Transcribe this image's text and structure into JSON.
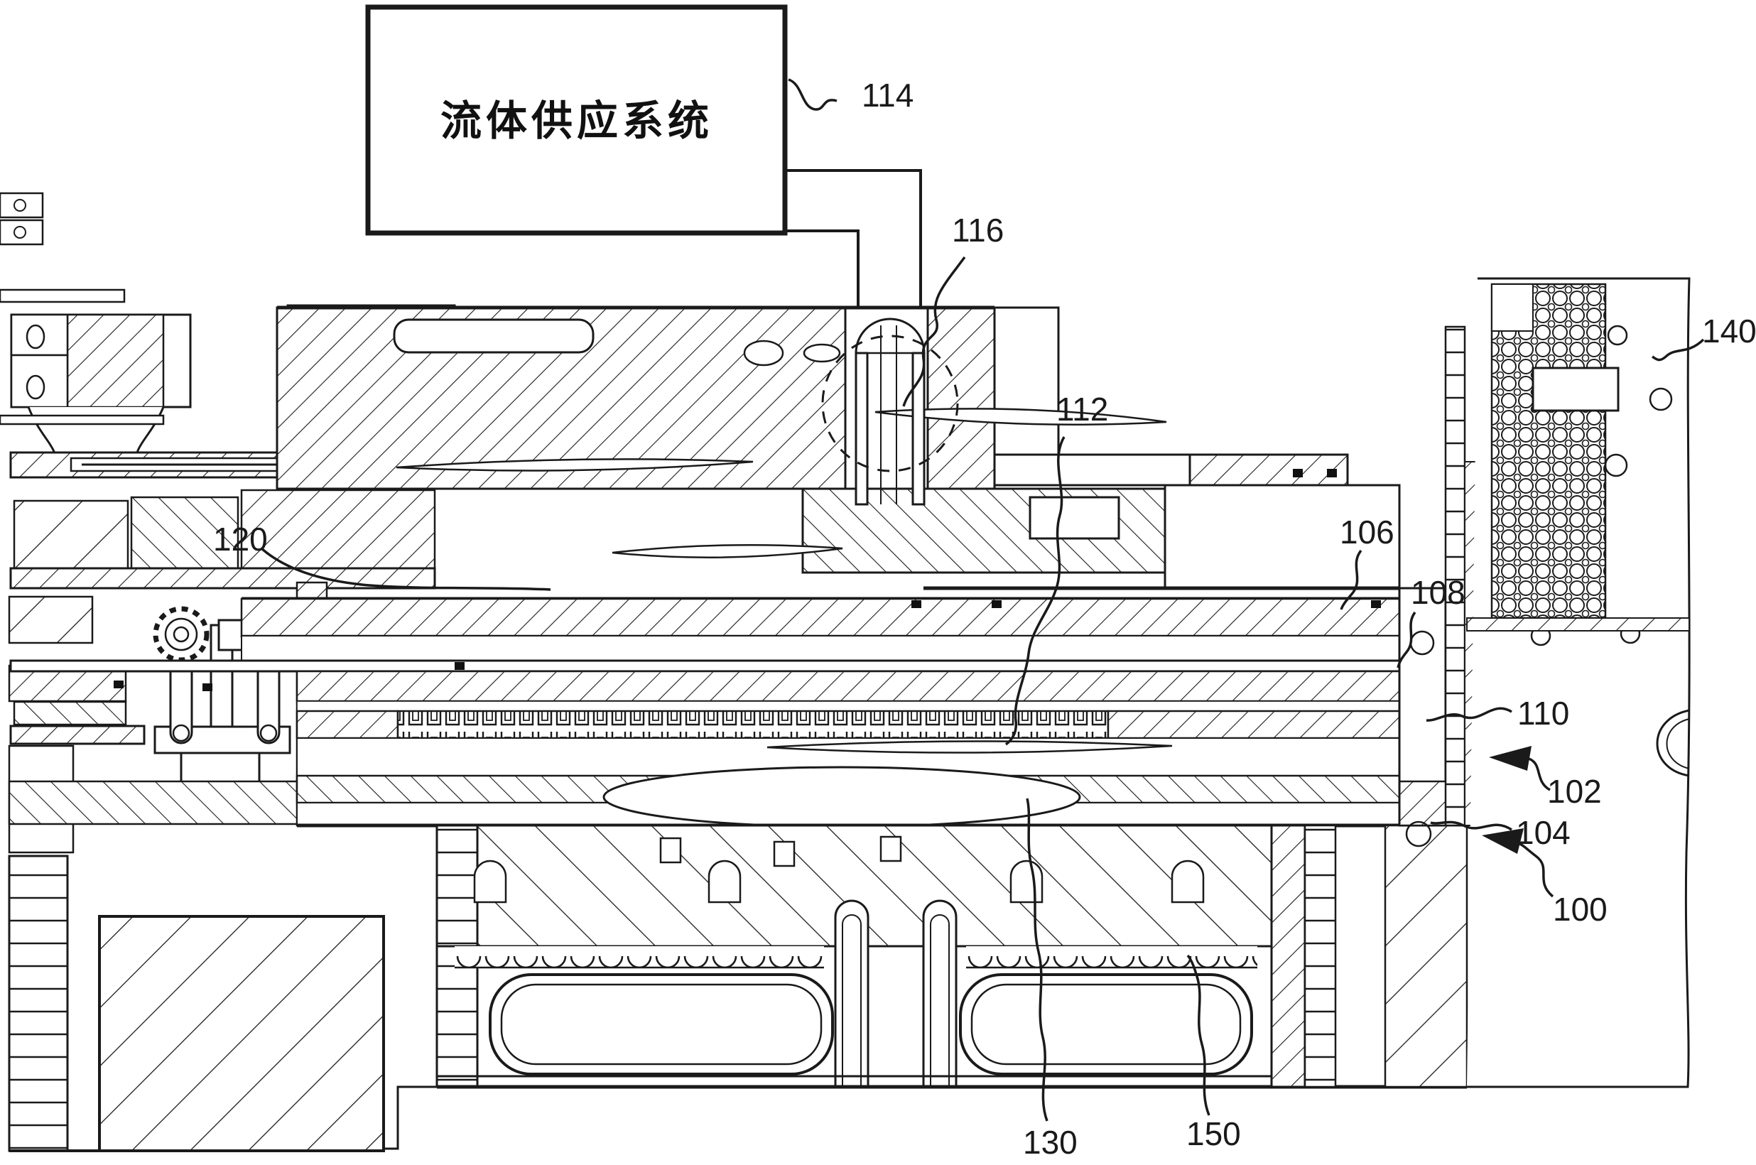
{
  "colors": {
    "ink": "#1a1a1a",
    "paper": "#ffffff"
  },
  "fluid_box": {
    "label": "流体供应系统"
  },
  "labels": {
    "n114": {
      "text": "114"
    },
    "n116": {
      "text": "116"
    },
    "n112": {
      "text": "112"
    },
    "n120": {
      "text": "120"
    },
    "n106": {
      "text": "106"
    },
    "n108": {
      "text": "108"
    },
    "n110": {
      "text": "110"
    },
    "n102": {
      "text": "102"
    },
    "n104": {
      "text": "104"
    },
    "n100": {
      "text": "100"
    },
    "n140": {
      "text": "140"
    },
    "n130": {
      "text": "130"
    },
    "n150": {
      "text": "150"
    }
  }
}
